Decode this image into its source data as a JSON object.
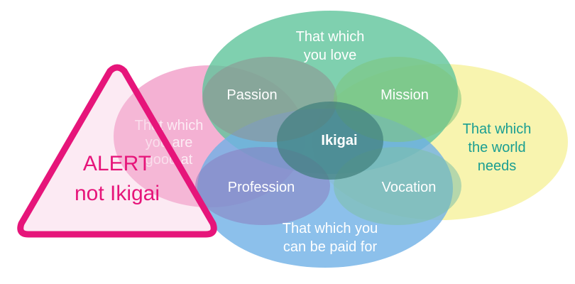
{
  "diagram": {
    "circles": {
      "love": [
        "That which",
        "you love"
      ],
      "good_at": [
        "That which",
        "you are",
        "good at"
      ],
      "world_needs": [
        "That which",
        "the world",
        "needs"
      ],
      "paid_for": [
        "That which you",
        "can be paid for"
      ]
    },
    "overlaps": {
      "passion": "Passion",
      "mission": "Mission",
      "profession": "Profession",
      "vocation": "Vocation"
    },
    "center": "Ikigai",
    "alert": [
      "ALERT",
      "not Ikigai"
    ]
  },
  "colors": {
    "love": "#5fc49b",
    "good_at": "#f2a3cb",
    "world_needs": "#f7f3a6",
    "paid_for": "#6fb0e6",
    "alert_pink": "#e6157a"
  }
}
